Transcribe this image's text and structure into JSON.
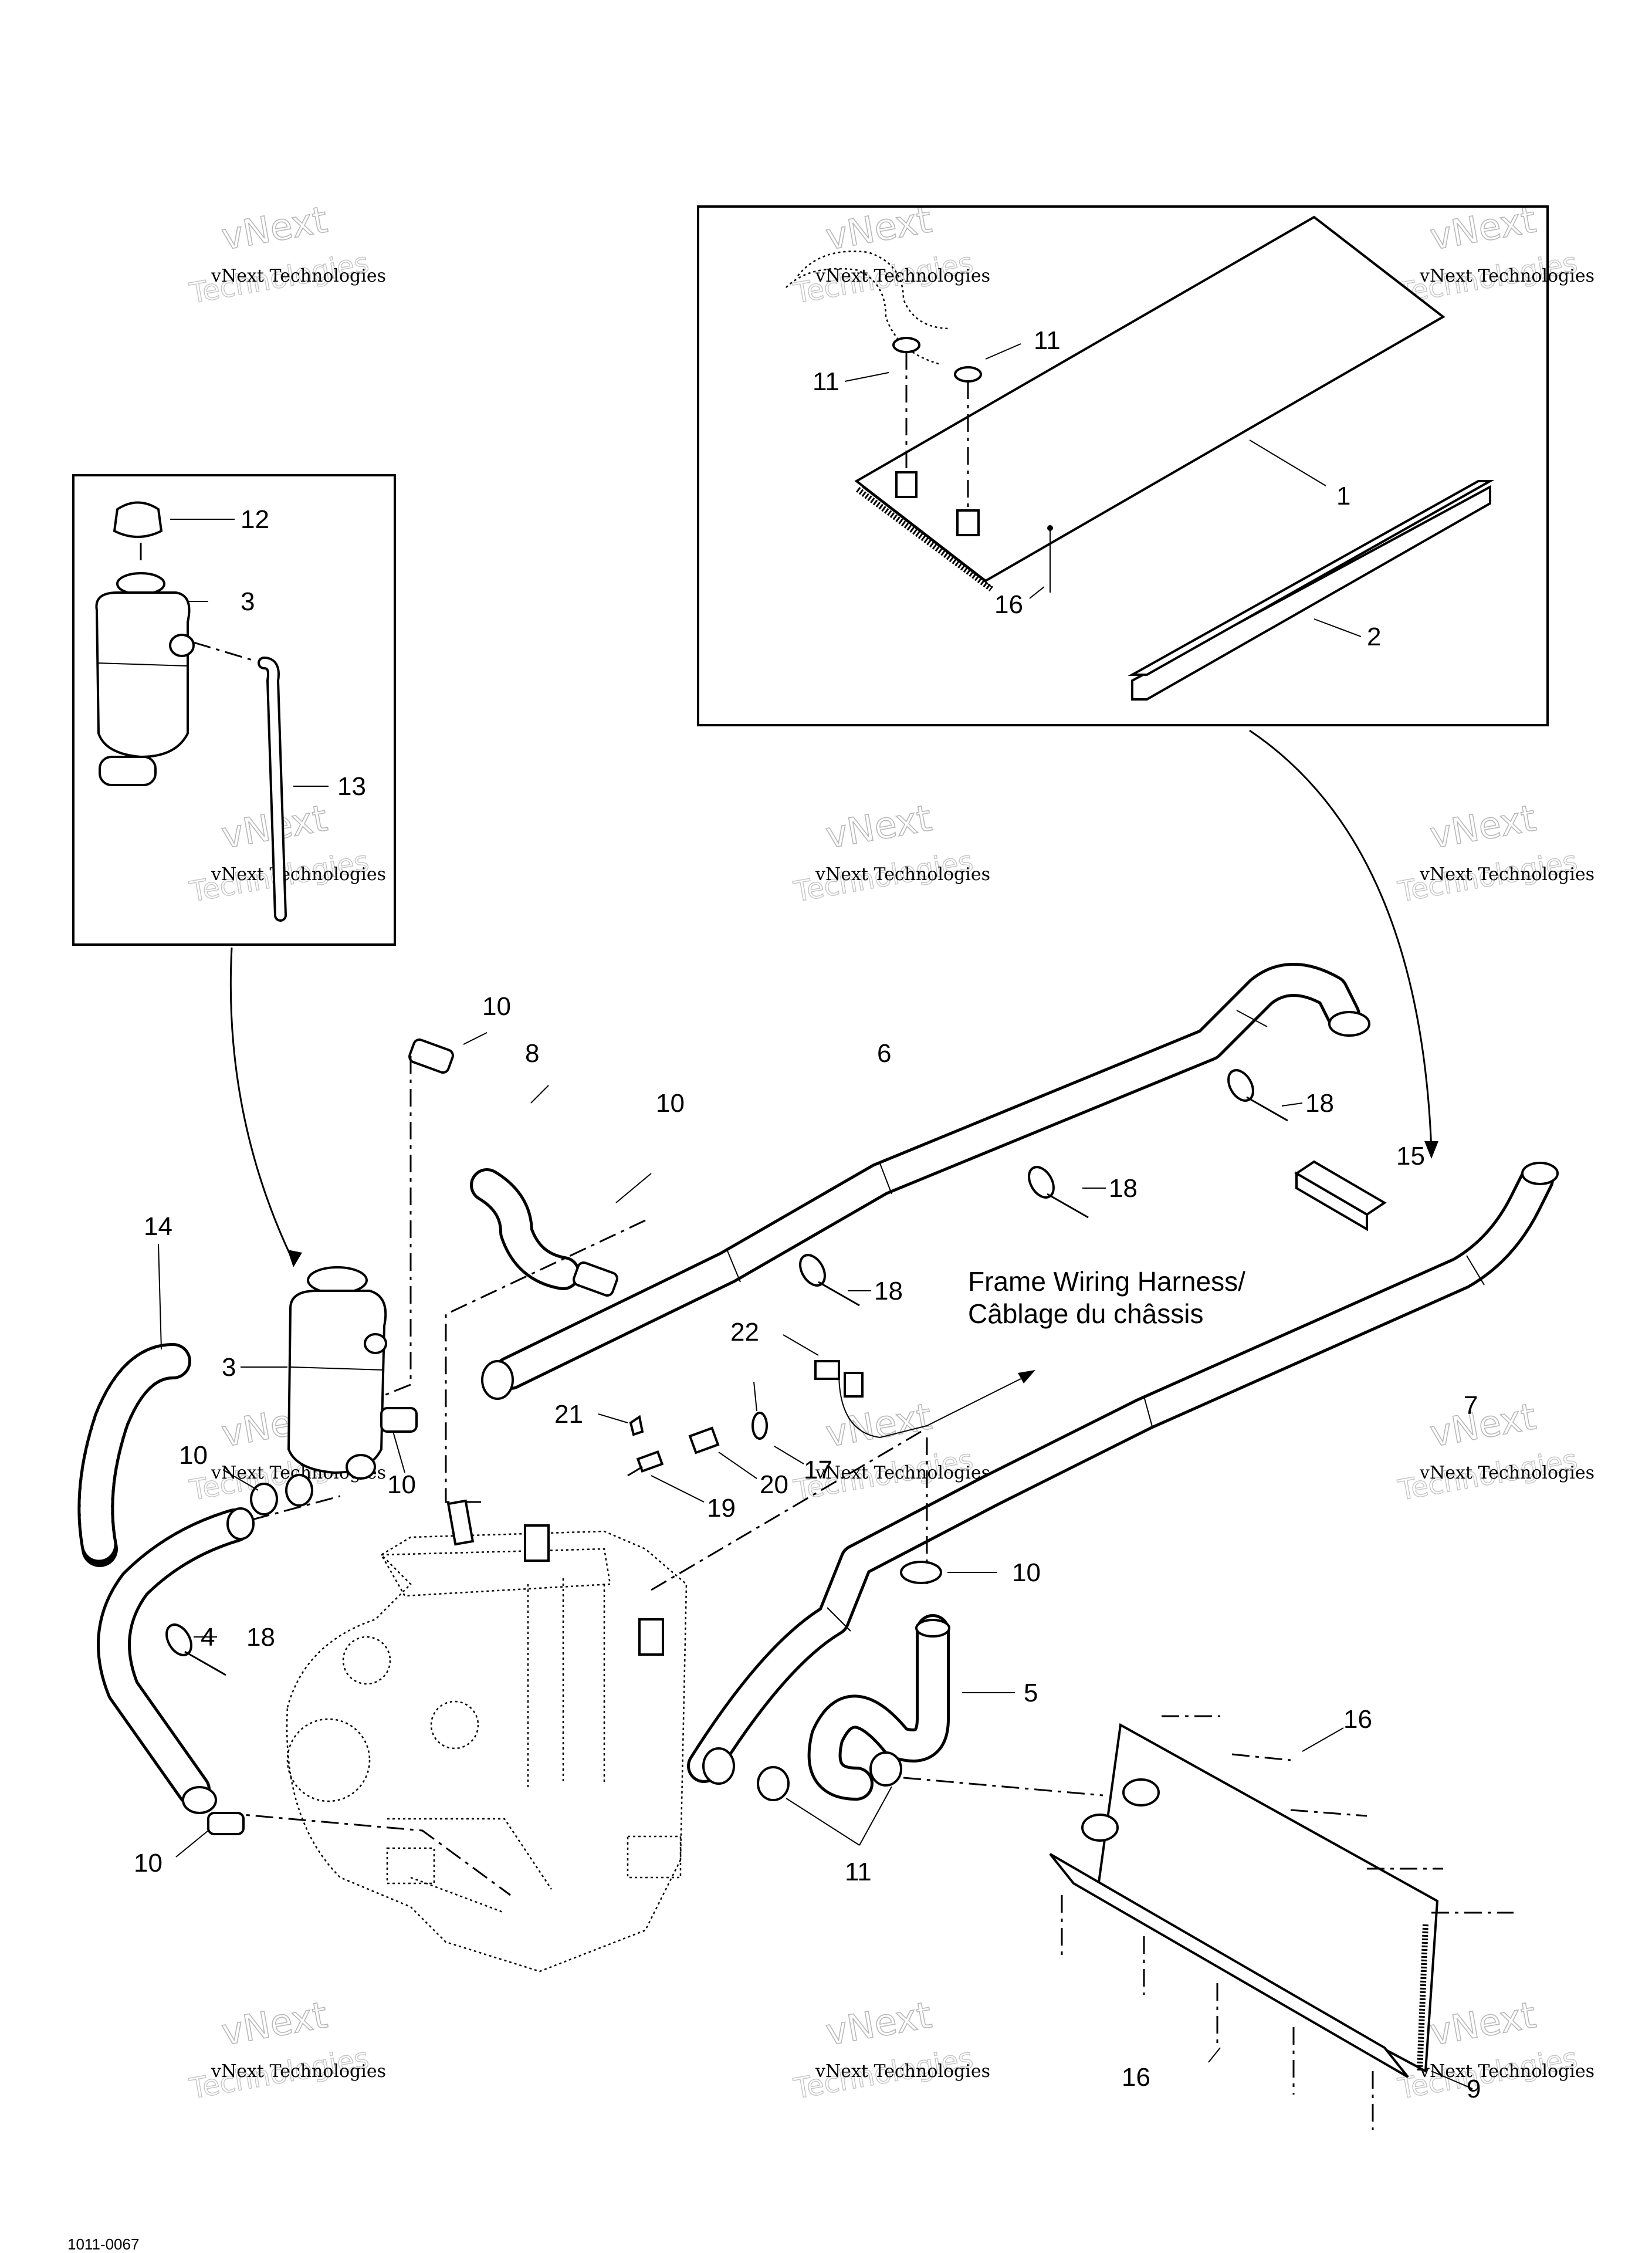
{
  "callouts": {
    "c1": "1",
    "c2": "2",
    "c3a": "3",
    "c3b": "3",
    "c4": "4",
    "c5": "5",
    "c6": "6",
    "c7": "7",
    "c8": "8",
    "c9": "9",
    "c10a": "10",
    "c10b": "10",
    "c10c": "10",
    "c10d": "10",
    "c10e": "10",
    "c10f": "10",
    "c11a": "11",
    "c11b": "11",
    "c11c": "11",
    "c12": "12",
    "c13": "13",
    "c14": "14",
    "c15": "15",
    "c16a": "16",
    "c16b": "16",
    "c16c": "16",
    "c17": "17",
    "c18a": "18",
    "c18b": "18",
    "c18c": "18",
    "c18d": "18",
    "c19": "19",
    "c20": "20",
    "c21": "21",
    "c22": "22"
  },
  "note": {
    "line1": "Frame Wiring Harness/",
    "line2": "Câblage du châssis"
  },
  "watermark": {
    "line1": "vNext Technologies",
    "line2": "vNext",
    "line3": "Technologies"
  },
  "footer": {
    "code": "1011-0067"
  }
}
